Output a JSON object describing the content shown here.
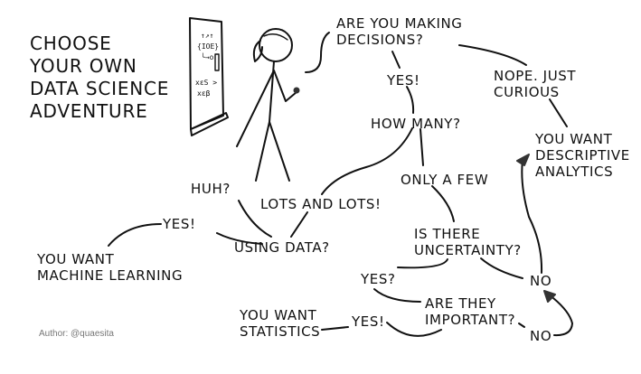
{
  "title": "CHOOSE\nYOUR OWN\nDATA SCIENCE\nADVENTURE",
  "author": "Author: @quaesita",
  "whiteboard": {
    "scribbles": [
      "↑↗↑",
      "{IOE}",
      "╰→o",
      "xεS >",
      "xεβ"
    ]
  },
  "nodes": {
    "making_decisions": "ARE YOU MAKING\nDECISIONS?",
    "yes_decisions": "YES!",
    "nope_curious": "NOPE. JUST\nCURIOUS",
    "how_many": "HOW MANY?",
    "descriptive": "YOU WANT\nDESCRIPTIVE\nANALYTICS",
    "only_few": "ONLY A FEW",
    "lots": "LOTS AND LOTS!",
    "huh": "HUH?",
    "using_data": "USING DATA?",
    "yes_ml": "YES!",
    "machine_learning": "YOU WANT\nMACHINE LEARNING",
    "uncertainty": "IS THERE\nUNCERTAINTY?",
    "yes_q": "YES?",
    "no_uncertainty": "NO",
    "important": "ARE THEY\nIMPORTANT?",
    "no_important": "NO",
    "yes_stats": "YES!",
    "statistics": "YOU WANT\nSTATISTICS"
  }
}
